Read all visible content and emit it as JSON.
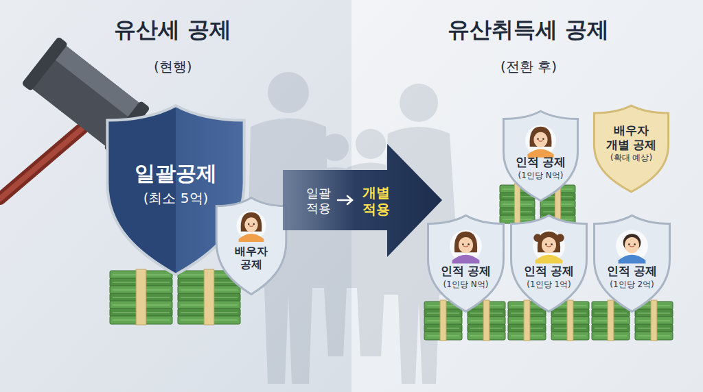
{
  "diagram": {
    "nodes": [
      {
        "text": [
          "일괄공제",
          "(최소 5억)"
        ]
      },
      {
        "text": [
          "배우자 공제"
        ]
      },
      {
        "text": [
          "일괄 적용",
          "개별 적용"
        ]
      },
      {
        "text": [
          "인적 공제",
          "(1인당 N억)"
        ]
      },
      {
        "text": [
          "배우자 개별 공제",
          "(확대 예상)"
        ]
      },
      {
        "text": [
          "인적 공제",
          "(1인당 N억)"
        ]
      },
      {
        "text": [
          "인적 공제",
          "(1인당 1억)"
        ]
      },
      {
        "text": [
          "인적 공제",
          "(1인당 2억)"
        ]
      }
    ],
    "labels": [
      "유산세 공제",
      "(현행)",
      "유산취득세 공제",
      "(전환 후)"
    ]
  }
}
